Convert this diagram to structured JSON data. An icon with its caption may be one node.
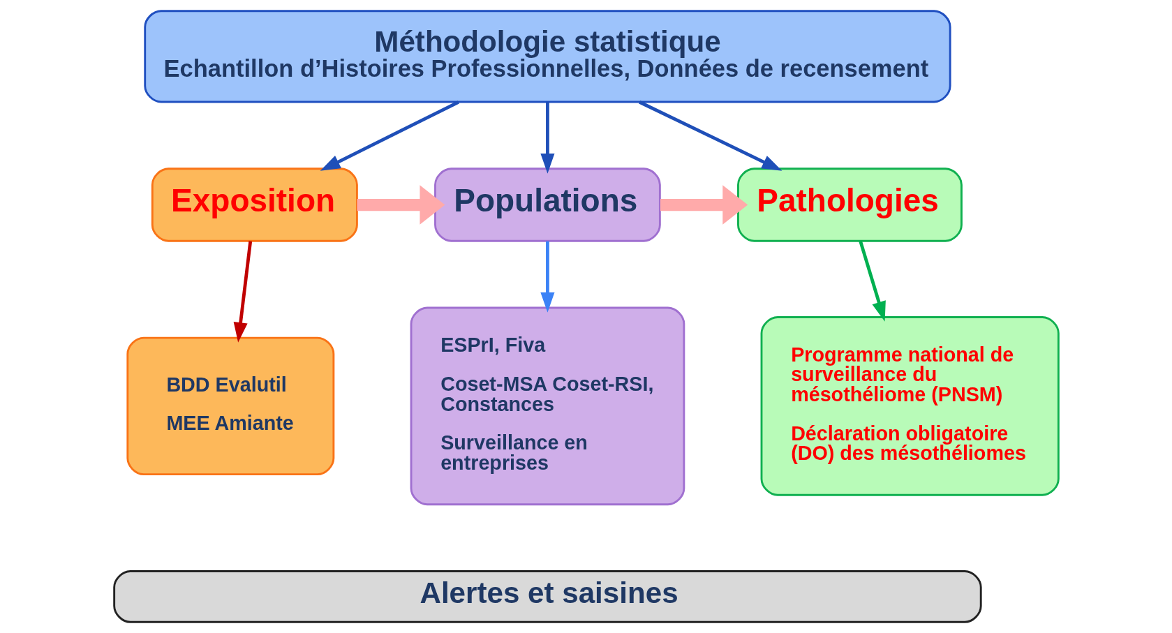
{
  "diagram": {
    "nodes": [
      {
        "text": [
          "Méthodologie statistique",
          "Echantillon d’Histoires Professionnelles, Données de recensement"
        ]
      },
      {
        "text": [
          "Exposition"
        ]
      },
      {
        "text": [
          "Populations"
        ]
      },
      {
        "text": [
          "Pathologies"
        ]
      },
      {
        "text": [
          "BDD Evalutil",
          "MEE Amiante"
        ]
      },
      {
        "text": [
          "ESPrI, Fiva",
          "Coset-MSA Coset-RSI, Constances",
          "Surveillance en entreprises"
        ]
      },
      {
        "text": [
          "Programme national de surveillance du mésothéliome (PNSM)",
          "Déclaration obligatoire (DO) des mésothéliomes"
        ]
      },
      {
        "text": [
          "Alertes et saisines"
        ]
      }
    ],
    "edges": [
      {
        "from": 0,
        "to": 1,
        "arrow": "to"
      },
      {
        "from": 0,
        "to": 2,
        "arrow": "to"
      },
      {
        "from": 0,
        "to": 3,
        "arrow": "to"
      },
      {
        "from": 1,
        "to": 2,
        "arrow": "to",
        "style": "thick",
        "color": "#ffaaaa"
      },
      {
        "from": 2,
        "to": 3,
        "arrow": "to",
        "style": "thick",
        "color": "#ffaaaa"
      },
      {
        "from": 1,
        "to": 4,
        "arrow": "to",
        "color": "#c00000"
      },
      {
        "from": 2,
        "to": 5,
        "arrow": "to",
        "color": "#3b82f6"
      },
      {
        "from": 3,
        "to": 6,
        "arrow": "to",
        "color": "#00b050"
      }
    ]
  }
}
